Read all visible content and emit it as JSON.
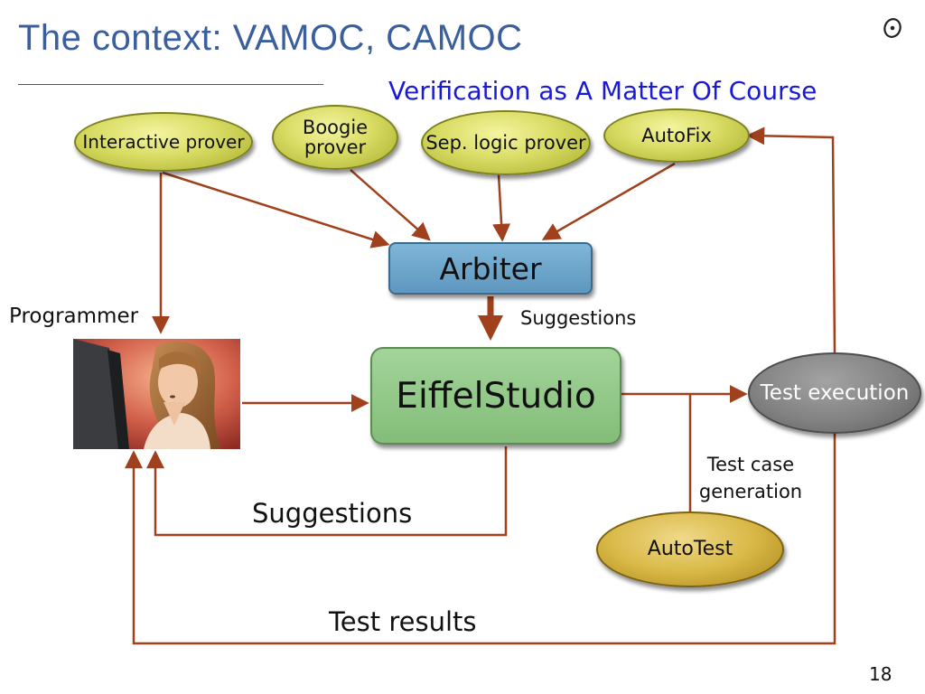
{
  "title": "The context:  VAMOC, CAMOC",
  "subtitle": "Verification as A Matter Of Course",
  "nodes": {
    "interactive_prover": "Interactive prover",
    "boogie_prover": "Boogie prover",
    "sep_logic_prover": "Sep. logic prover",
    "autofix": "AutoFix",
    "arbiter": "Arbiter",
    "eiffelstudio": "EiffelStudio",
    "test_execution": "Test execution",
    "autotest": "AutoTest"
  },
  "labels": {
    "programmer": "Programmer",
    "suggestions_arbiter": "Suggestions",
    "suggestions_eiffel": "Suggestions",
    "test_case_generation": "Test case generation",
    "test_results": "Test results"
  },
  "page_number": "18",
  "colors": {
    "title": "#3b5f9d",
    "subtitle": "#1a1ad4",
    "arrow": "#a0401c",
    "prover_oval": "#d9dc64",
    "autotest_oval": "#d9b948",
    "test_execution_oval": "#828282",
    "arbiter_box": "#6ea6cc",
    "eiffelstudio_box": "#93c889"
  }
}
